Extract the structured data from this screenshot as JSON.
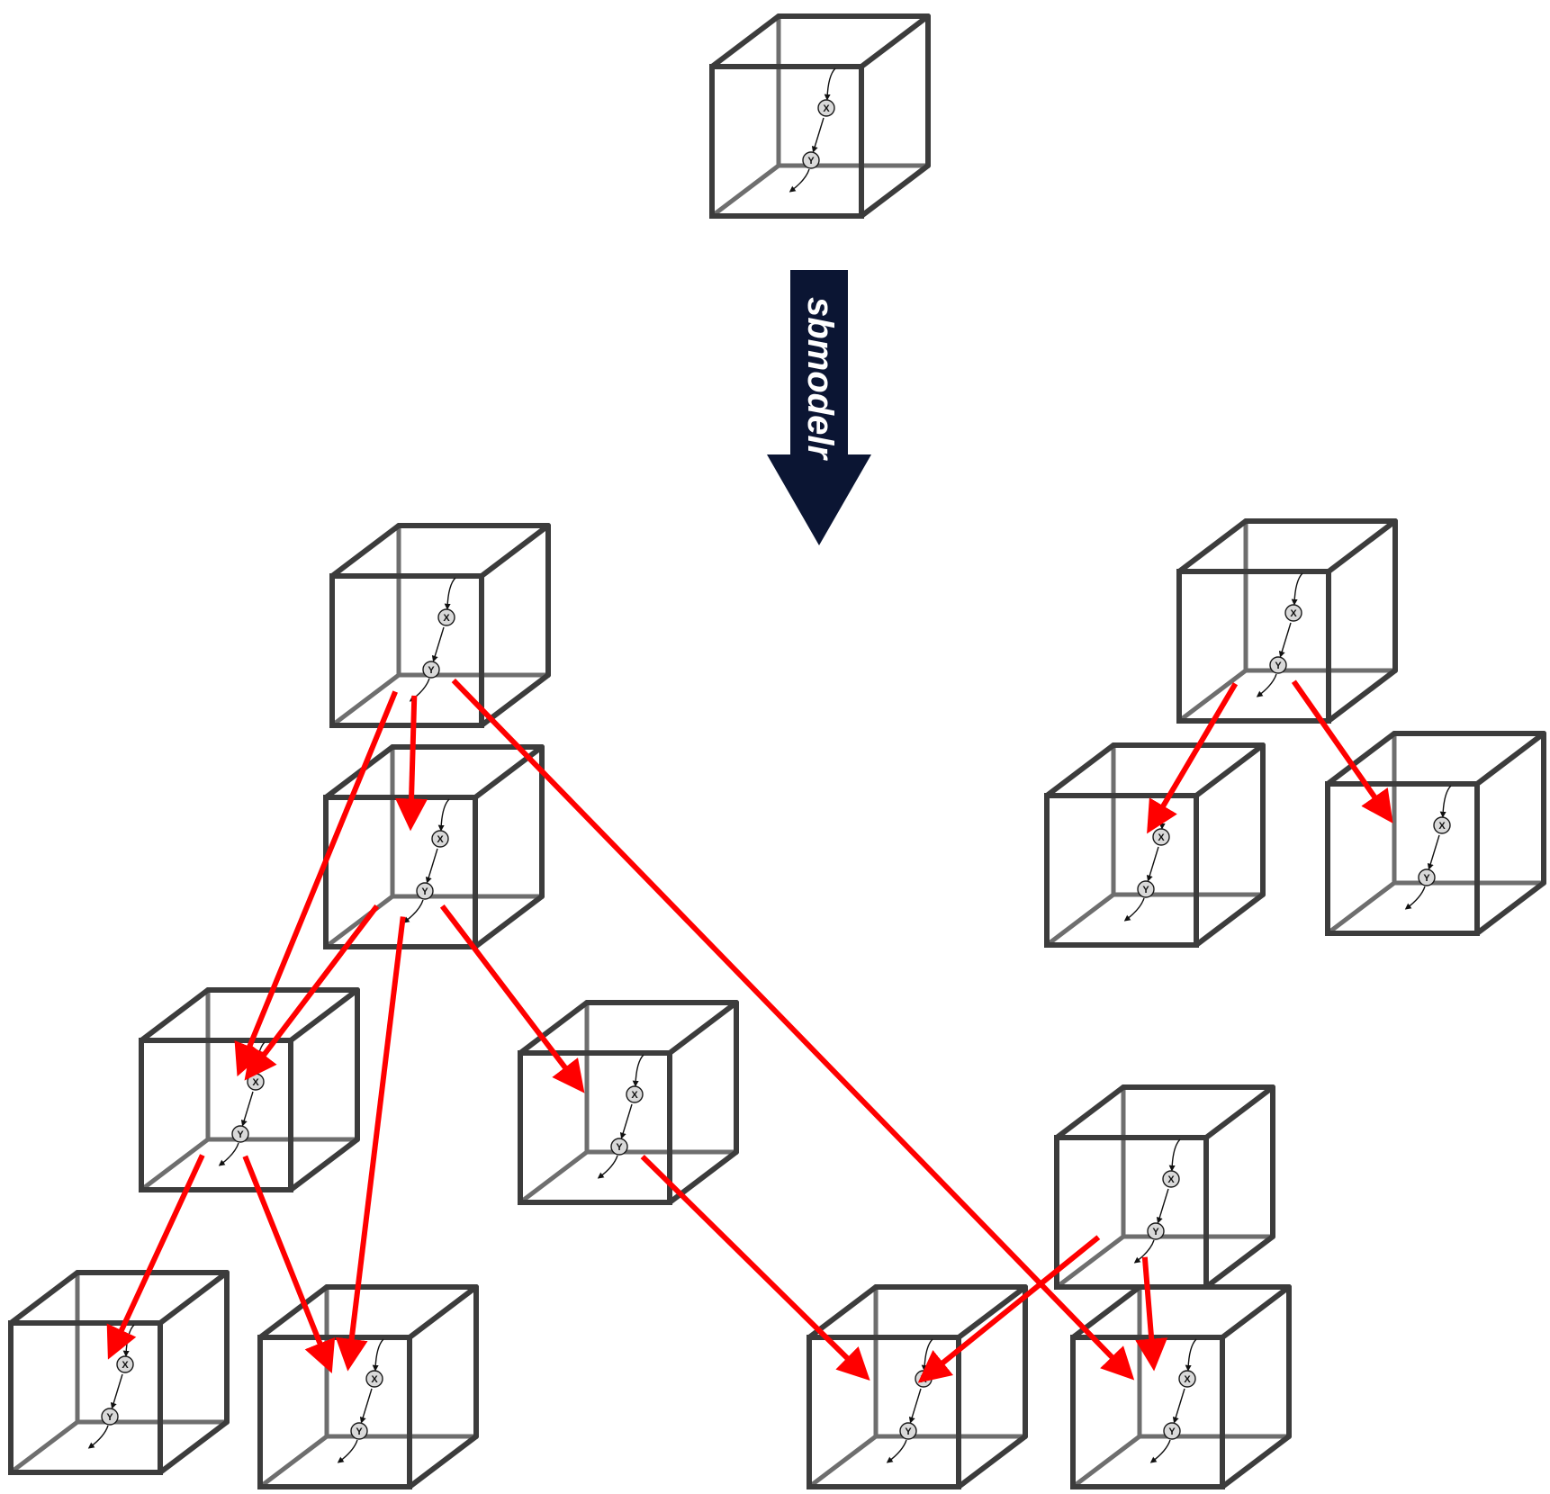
{
  "process_arrow": {
    "label": "sbmodelr",
    "color": "#0b1533"
  },
  "colors": {
    "cube_front": "#3c3c3c",
    "cube_back": "#6e6e6e",
    "link": "#ff0000",
    "node_fill": "#d9d9d9",
    "node_stroke": "#1a1a1a"
  },
  "model_nodes": {
    "upper": "X",
    "lower": "Y"
  },
  "cubes": [
    {
      "id": "source"
    },
    {
      "id": "g1-a"
    },
    {
      "id": "g1-b"
    },
    {
      "id": "g1-c"
    },
    {
      "id": "g1-d"
    },
    {
      "id": "g1-e"
    },
    {
      "id": "g1-f"
    },
    {
      "id": "g1-g"
    },
    {
      "id": "g1-h"
    },
    {
      "id": "g2-a"
    },
    {
      "id": "g2-b"
    },
    {
      "id": "g2-c"
    },
    {
      "id": "g3-a"
    }
  ],
  "links": [
    {
      "from": "g1-a",
      "to": "g1-b"
    },
    {
      "from": "g1-a",
      "to": "g1-c"
    },
    {
      "from": "g1-a",
      "to": "g1-h"
    },
    {
      "from": "g1-b",
      "to": "g1-c"
    },
    {
      "from": "g1-b",
      "to": "g1-d"
    },
    {
      "from": "g1-b",
      "to": "g1-f"
    },
    {
      "from": "g1-c",
      "to": "g1-e"
    },
    {
      "from": "g1-c",
      "to": "g1-f"
    },
    {
      "from": "g1-d",
      "to": "g1-g"
    },
    {
      "from": "g2-a",
      "to": "g2-b"
    },
    {
      "from": "g2-a",
      "to": "g2-c"
    },
    {
      "from": "g3-a",
      "to": "g1-g"
    },
    {
      "from": "g3-a",
      "to": "g1-h"
    }
  ]
}
